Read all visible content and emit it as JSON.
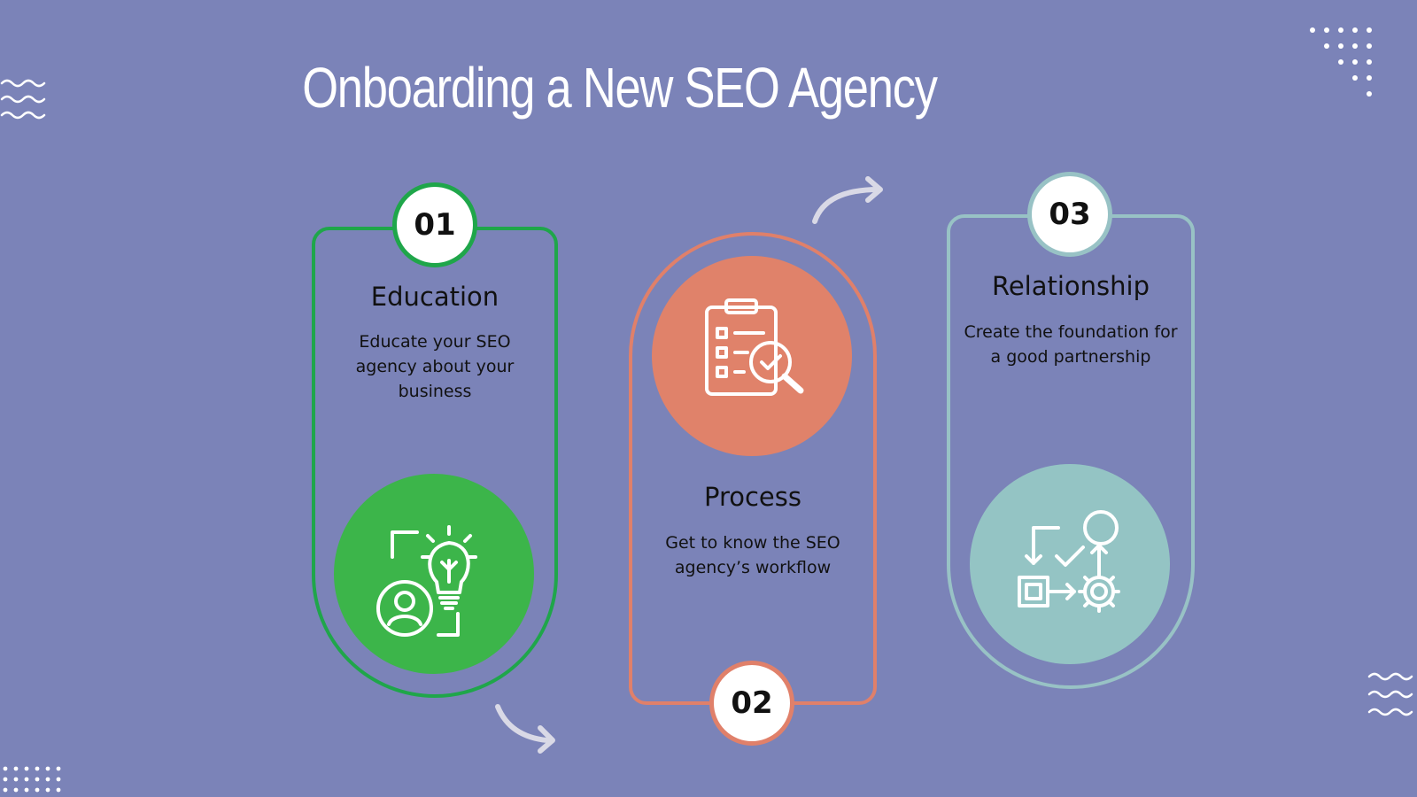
{
  "title": "Onboarding a New SEO Agency",
  "steps": [
    {
      "number": "01",
      "heading": "Education",
      "description": "Educate your SEO agency about your business",
      "color": "#1fa64a",
      "icon": "lightbulb-person-icon"
    },
    {
      "number": "02",
      "heading": "Process",
      "description": "Get to know the SEO agency’s workflow",
      "color": "#e0806a",
      "icon": "clipboard-search-icon"
    },
    {
      "number": "03",
      "heading": "Relationship",
      "description": "Create the foundation for a good partnership",
      "color": "#98c2c5",
      "icon": "workflow-gear-icon"
    }
  ],
  "colors": {
    "background": "#7b83b8",
    "arrow": "#d9d9e6",
    "text": "#111111"
  }
}
